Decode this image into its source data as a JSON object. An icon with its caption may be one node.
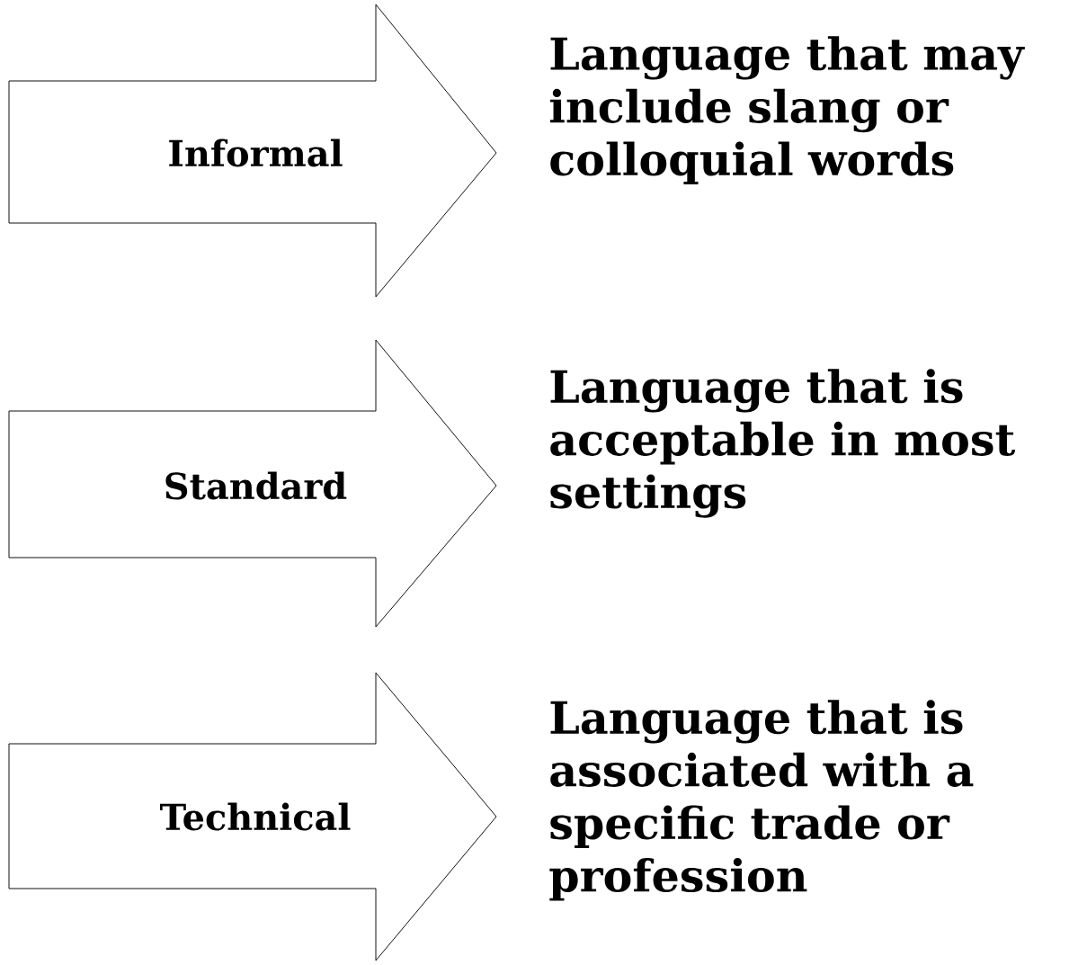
{
  "diagram": {
    "nodes": [
      {
        "text": [
          "Informal"
        ],
        "beside": [
          "Language that may include slang or colloquial words"
        ]
      },
      {
        "text": [
          "Standard"
        ],
        "beside": [
          "Language that is acceptable in most settings"
        ]
      },
      {
        "text": [
          "Technical"
        ],
        "beside": [
          "Language that is associated with a specific trade or profession"
        ]
      }
    ]
  }
}
